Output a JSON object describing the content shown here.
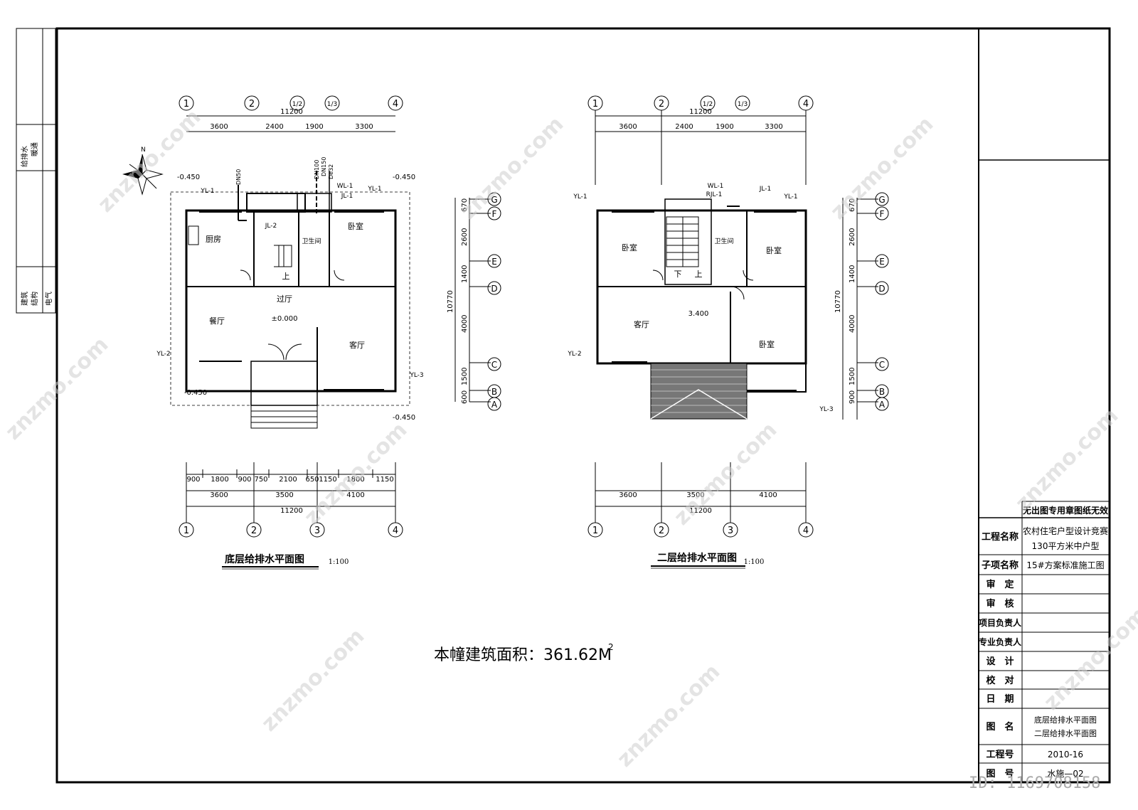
{
  "sidebar": {
    "top_labels": [
      "给排水",
      "暖通"
    ],
    "mid_labels": [
      "建筑",
      "结构",
      "电气"
    ]
  },
  "plan1": {
    "title": "底层给排水平面图",
    "scale": "1:100",
    "axes_top": [
      "1",
      "2",
      "1/2",
      "1/3",
      "4"
    ],
    "dims_top": [
      "3600",
      "2400",
      "1900",
      "3300"
    ],
    "total_top": "11200",
    "axes_bottom": [
      "1",
      "2",
      "3",
      "4"
    ],
    "dims_bottom_row1": [
      "900",
      "1800",
      "900",
      "750",
      "2100",
      "650",
      "1150",
      "1800",
      "1150"
    ],
    "dims_bottom_row2": [
      "3600",
      "3500",
      "4100"
    ],
    "total_bottom": "11200",
    "axes_right": [
      "G",
      "F",
      "E",
      "D",
      "C",
      "B",
      "A"
    ],
    "dims_right": [
      "670",
      "2600",
      "1400",
      "4000",
      "1500",
      "600"
    ],
    "total_right": "10770",
    "rooms": {
      "kitchen": "厨房",
      "bedroom": "卧室",
      "bath": "卫生间",
      "hall": "过厅",
      "dining": "餐厅",
      "living": "客厅"
    },
    "levels": {
      "tl": "-0.450",
      "tr": "-0.450",
      "bl": "-0.450",
      "br": "-0.450",
      "zero": "±0.000"
    },
    "pipes": {
      "yl1a": "YL-1",
      "yl1b": "YL-1",
      "yl2": "YL-2",
      "yl3": "YL-3",
      "jl1": "JL-1",
      "jl2": "JL-2",
      "wl1": "WL-1",
      "dn50": "DN50",
      "dn100": "DN100",
      "dn150": "DN150",
      "de32": "De32"
    },
    "up": "上"
  },
  "plan2": {
    "title": "二层给排水平面图",
    "scale": "1:100",
    "axes_top": [
      "1",
      "2",
      "1/2",
      "1/3",
      "4"
    ],
    "dims_top": [
      "3600",
      "2400",
      "1900",
      "3300"
    ],
    "total_top": "11200",
    "axes_bottom": [
      "1",
      "2",
      "3",
      "4"
    ],
    "dims_bottom_row1": [
      "3600",
      "3500",
      "4100"
    ],
    "total_bottom": "11200",
    "axes_right": [
      "G",
      "F",
      "E",
      "D",
      "C",
      "B",
      "A"
    ],
    "dims_right": [
      "670",
      "2600",
      "1400",
      "4000",
      "1500",
      "900"
    ],
    "total_right": "10770",
    "rooms": {
      "bedroom_l": "卧室",
      "bedroom_r": "卧室",
      "bath": "卫生间",
      "living": "客厅",
      "bedroom_br": "卧室"
    },
    "level": "3.400",
    "pipes": {
      "yl1a": "YL-1",
      "yl1b": "YL-1",
      "yl2": "YL-2",
      "yl3": "YL-3",
      "jl1": "JL-1",
      "wl1": "WL-1",
      "rjl1": "RJL-1"
    },
    "down": "下",
    "up": "上"
  },
  "area_note": "本幢建筑面积：361.62M",
  "area_sup": "2",
  "titleblock": {
    "no_stamp": "无出图专用章图纸无效",
    "project_label": "工程名称",
    "project_value_1": "农村住宅户型设计竞赛",
    "project_value_2": "130平方米中户型",
    "subitem_label": "子项名称",
    "subitem_value": "15#方案标准施工图",
    "rows": [
      "审　定",
      "审　核",
      "项目负责人",
      "专业负责人",
      "设　计",
      "校　对",
      "日　期"
    ],
    "drawing_label": "图　名",
    "drawing_value_1": "底层给排水平面图",
    "drawing_value_2": "二层给排水平面图",
    "project_no_label": "工程号",
    "project_no_value": "2010-16",
    "sheet_label": "图　号",
    "sheet_value": "水施—02"
  },
  "watermark": "znzmo.com",
  "watermark_id": "ID: 1169708158",
  "north": "N"
}
